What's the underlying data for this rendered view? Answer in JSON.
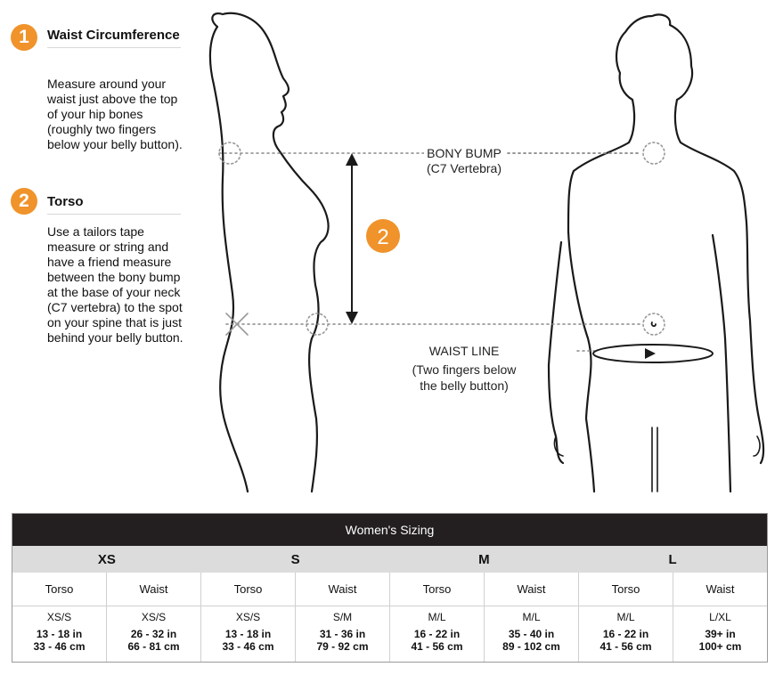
{
  "steps": [
    {
      "number": "1",
      "title": "Waist Circumference",
      "text": "Measure around your waist just above the top of your hip bones (roughly two fingers below your belly button)."
    },
    {
      "number": "2",
      "title": "Torso",
      "text": "Use a tailors tape measure or string and have a friend measure between the bony bump at the base of your neck (C7 vertebra) to the spot on your spine that is just behind your belly button."
    }
  ],
  "figure": {
    "bony_bump_label": "BONY BUMP",
    "bony_bump_sub": "(C7 Vertebra)",
    "marker_number": "2",
    "waist_line_label": "WAIST LINE",
    "waist_line_sub1": "(Two fingers below",
    "waist_line_sub2": "the belly button)"
  },
  "colors": {
    "accent": "#f0932b",
    "table_header": "#231f20",
    "size_row": "#dcdcdc"
  },
  "sizing": {
    "title": "Women's Sizing",
    "sizes": [
      "XS",
      "S",
      "M",
      "L"
    ],
    "column_headers": [
      "Torso",
      "Waist",
      "Torso",
      "Waist",
      "Torso",
      "Waist",
      "Torso",
      "Waist"
    ],
    "cells": [
      {
        "fit": "XS/S",
        "in": "13 - 18 in",
        "cm": "33 - 46 cm"
      },
      {
        "fit": "XS/S",
        "in": "26 - 32 in",
        "cm": "66 - 81 cm"
      },
      {
        "fit": "XS/S",
        "in": "13 - 18 in",
        "cm": "33 - 46 cm"
      },
      {
        "fit": "S/M",
        "in": "31 - 36 in",
        "cm": "79 - 92 cm"
      },
      {
        "fit": "M/L",
        "in": "16 - 22 in",
        "cm": "41 - 56 cm"
      },
      {
        "fit": "M/L",
        "in": "35 - 40 in",
        "cm": "89 - 102 cm"
      },
      {
        "fit": "M/L",
        "in": "16 - 22 in",
        "cm": "41 - 56 cm"
      },
      {
        "fit": "L/XL",
        "in": "39+ in",
        "cm": "100+ cm"
      }
    ]
  }
}
